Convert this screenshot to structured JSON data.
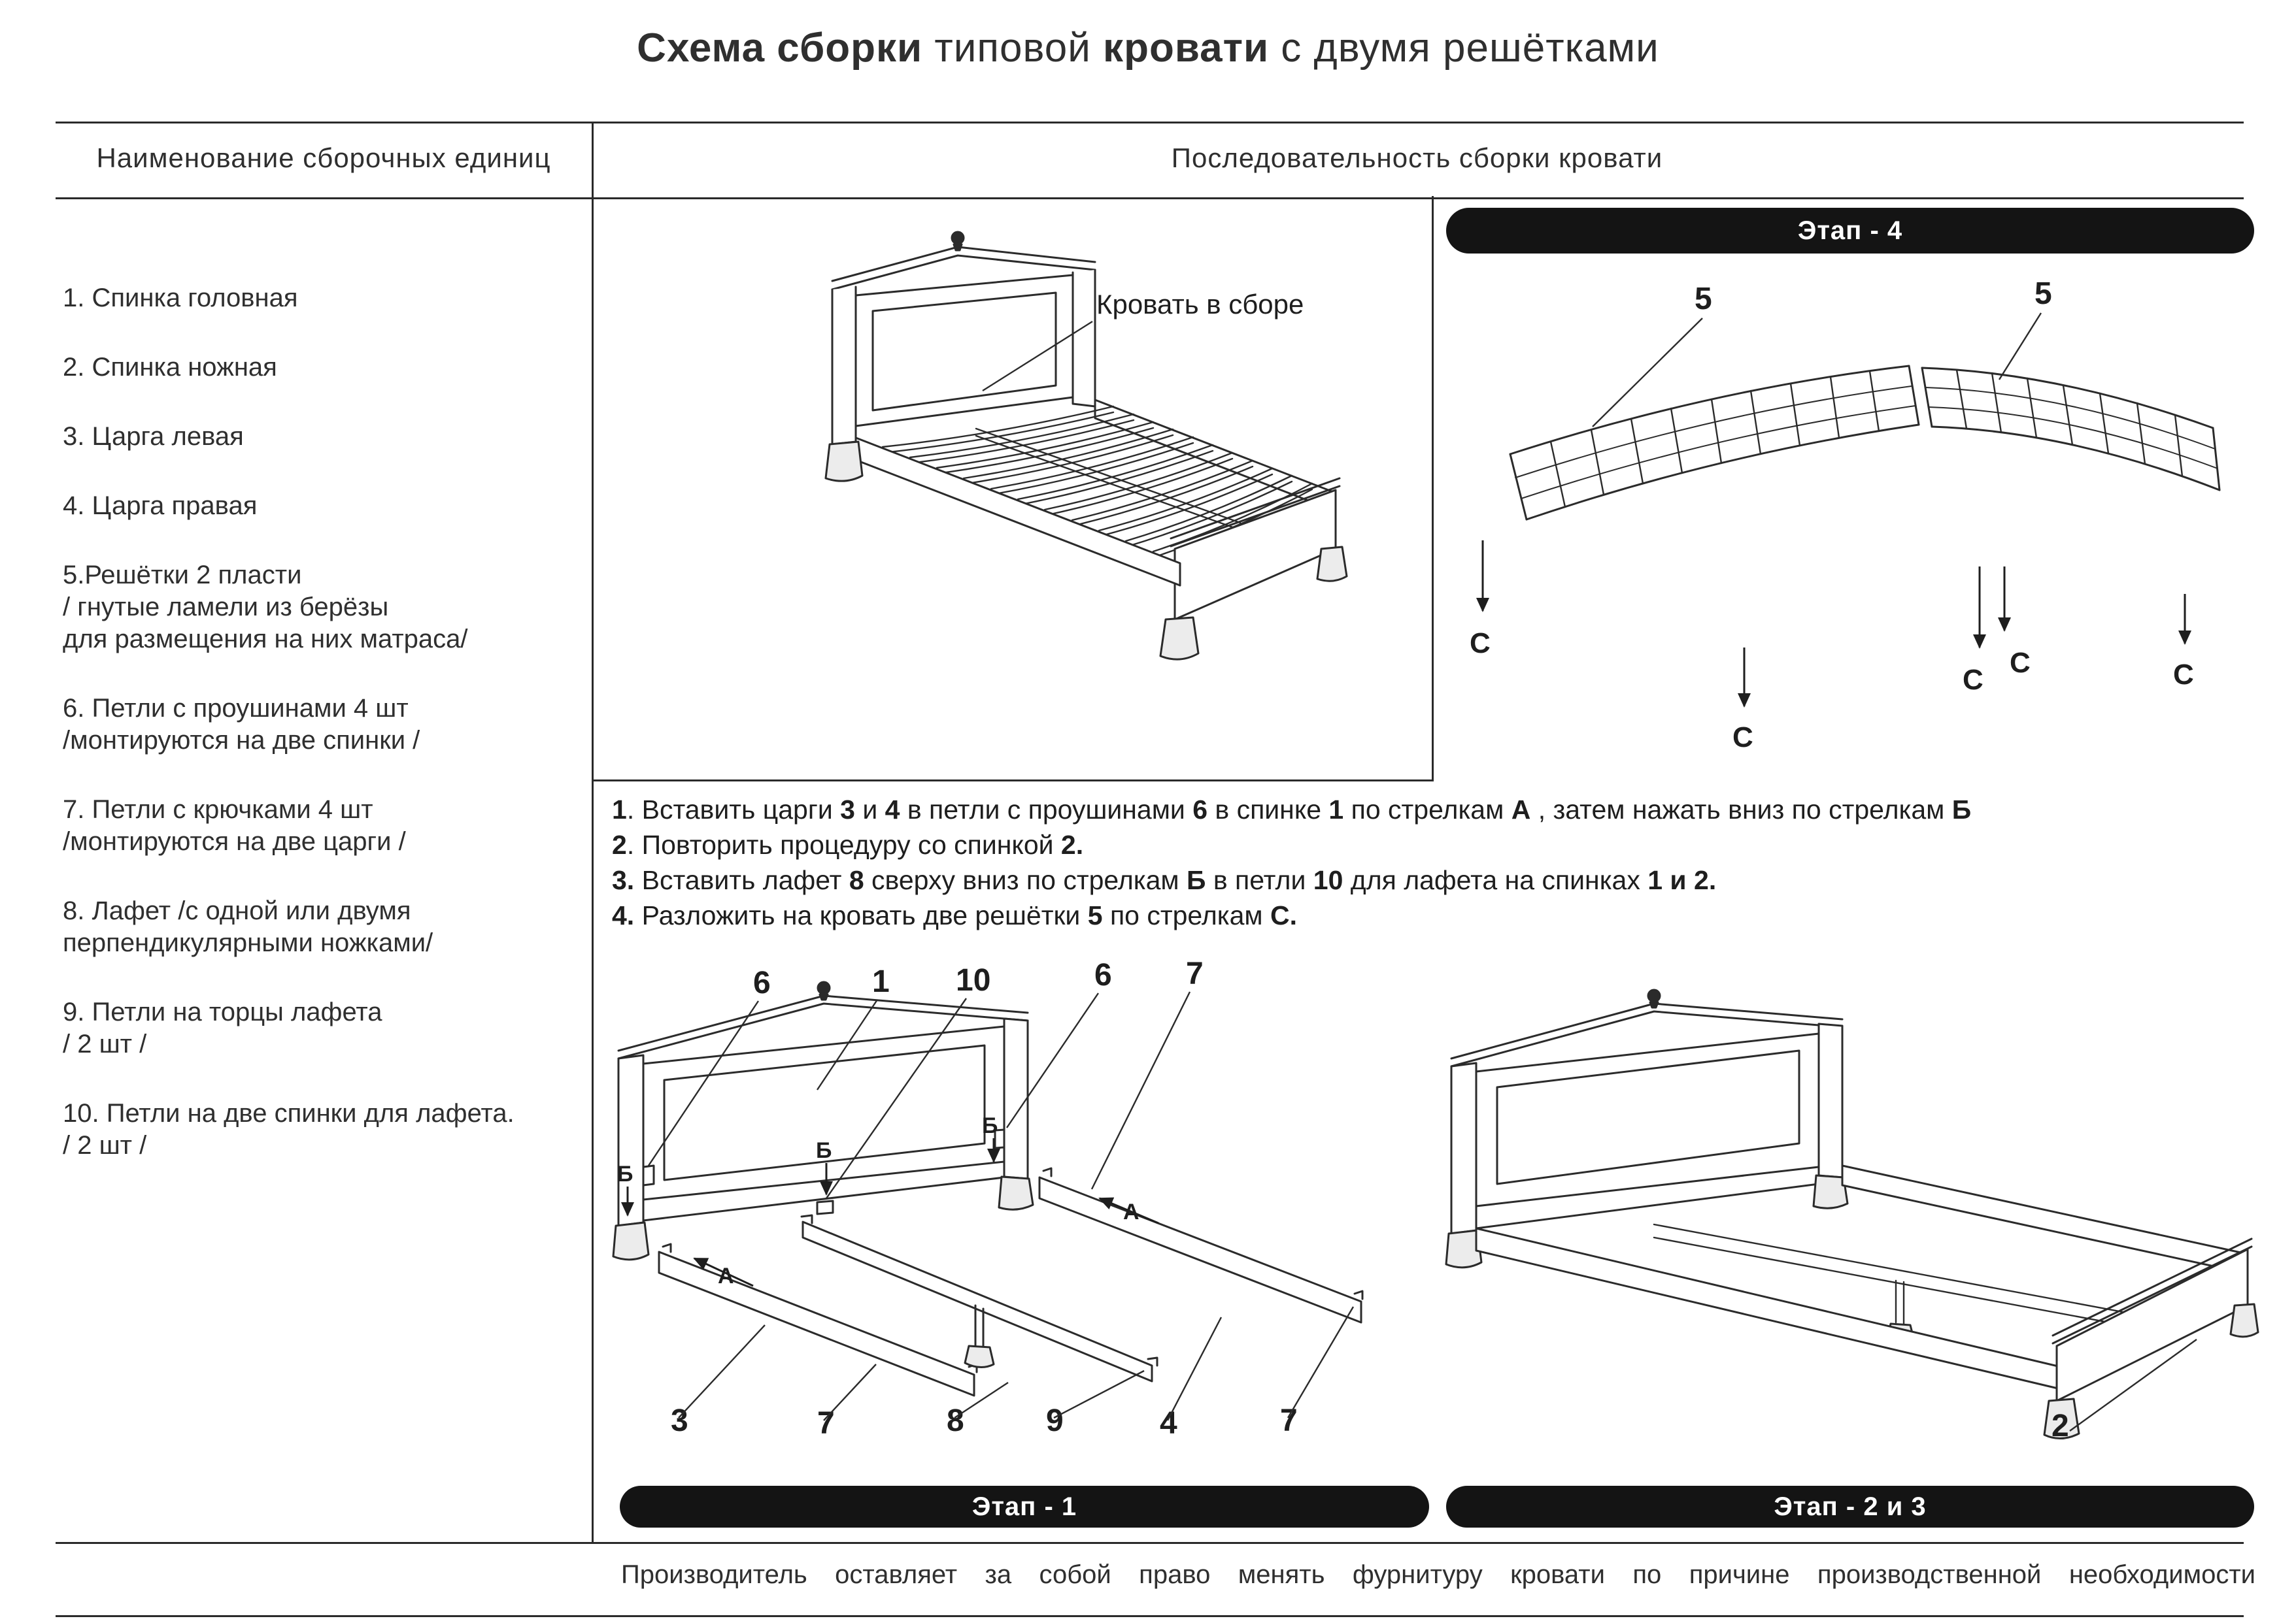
{
  "title": {
    "b1": "Схема сборки",
    "r1": " типовой ",
    "b2": "кровати",
    "r2": " с двумя решётками"
  },
  "headers": {
    "left": "Наименование  сборочных единиц",
    "right": "Последовательность сборки кровати"
  },
  "parts": [
    {
      "lines": [
        "1.   Спинка головная"
      ]
    },
    {
      "lines": [
        "2. Спинка ножная"
      ]
    },
    {
      "lines": [
        "3. Царга левая"
      ]
    },
    {
      "lines": [
        "4. Царга правая"
      ]
    },
    {
      "lines": [
        "5.Решётки  2 пласти",
        "/ гнутые ламели из берёзы",
        "для размещения на них матраса/"
      ]
    },
    {
      "lines": [
        "6. Петли с проушинами 4 шт",
        "/монтируются на две спинки /"
      ]
    },
    {
      "lines": [
        "7. Петли с крючками 4 шт",
        "/монтируются на две царги /"
      ]
    },
    {
      "lines": [
        "8. Лафет /с одной или двумя",
        "перпендикулярными ножками/"
      ]
    },
    {
      "lines": [
        "9. Петли на торцы лафета",
        "/ 2 шт /"
      ]
    },
    {
      "lines": [
        "10. Петли на две спинки для лафета.",
        "/ 2 шт /"
      ]
    }
  ],
  "assembled": {
    "caption": "Кровать в сборе"
  },
  "stage4": {
    "banner": "Этап - 4",
    "grid_labels": [
      "5",
      "5"
    ],
    "c_labels": [
      "С",
      "С",
      "С",
      "С",
      "С"
    ]
  },
  "stage1": {
    "banner": "Этап - 1",
    "top_labels": [
      "6",
      "1",
      "10",
      "6",
      "7"
    ],
    "bottom_labels": [
      "3",
      "7",
      "8",
      "9",
      "4",
      "7"
    ],
    "b_labels": [
      "Б",
      "Б",
      "Б"
    ],
    "a_labels": [
      "А",
      "А"
    ]
  },
  "stage23": {
    "banner": "Этап - 2 и 3",
    "footboard_label": "2"
  },
  "instructions": [
    {
      "segments": [
        {
          "t": "1",
          "b": true
        },
        {
          "t": ". Вставить царги ",
          "b": false
        },
        {
          "t": "3",
          "b": true
        },
        {
          "t": " и ",
          "b": false
        },
        {
          "t": "4",
          "b": true
        },
        {
          "t": " в петли с проушинами ",
          "b": false
        },
        {
          "t": "6",
          "b": true
        },
        {
          "t": " в спинке ",
          "b": false
        },
        {
          "t": "1",
          "b": true
        },
        {
          "t": " по стрелкам ",
          "b": false
        },
        {
          "t": "А",
          "b": true
        },
        {
          "t": " , затем нажать вниз по стрелкам ",
          "b": false
        },
        {
          "t": "Б",
          "b": true
        }
      ]
    },
    {
      "segments": [
        {
          "t": "2",
          "b": true
        },
        {
          "t": ". Повторить процедуру со спинкой ",
          "b": false
        },
        {
          "t": "2.",
          "b": true
        }
      ]
    },
    {
      "segments": [
        {
          "t": "3.",
          "b": true
        },
        {
          "t": " Вставить лафет ",
          "b": false
        },
        {
          "t": "8",
          "b": true
        },
        {
          "t": " сверху вниз по стрелкам ",
          "b": false
        },
        {
          "t": "Б",
          "b": true
        },
        {
          "t": " в петли ",
          "b": false
        },
        {
          "t": "10",
          "b": true
        },
        {
          "t": " для лафета на спинках ",
          "b": false
        },
        {
          "t": "1 и 2.",
          "b": true
        }
      ]
    },
    {
      "segments": [
        {
          "t": "4.",
          "b": true
        },
        {
          "t": " Разложить на кровать две решётки ",
          "b": false
        },
        {
          "t": "5",
          "b": true
        },
        {
          "t": "  по стрелкам ",
          "b": false
        },
        {
          "t": "С.",
          "b": true
        }
      ]
    }
  ],
  "footer": "Производитель  оставляет  за  собой  право  менять  фурнитуру  кровати  по  причине производственной необходимости"
}
